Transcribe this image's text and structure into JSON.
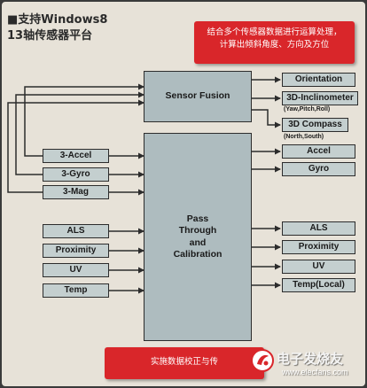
{
  "title": {
    "line1": "■支持Windows8",
    "line2": "13轴传感器平台"
  },
  "top_callout": {
    "line1": "结合多个传感器数据进行运算处理，",
    "line2": "计算出倾斜角度、方向及方位"
  },
  "bottom_callout": {
    "text": "实施数据校正与传"
  },
  "center_blocks": {
    "sensor_fusion": "Sensor Fusion",
    "pass_through": [
      "Pass",
      "Through",
      "and",
      "Calibration"
    ]
  },
  "inputs": {
    "accel": "3-Accel",
    "gyro": "3-Gyro",
    "mag": "3-Mag",
    "als": "ALS",
    "proximity": "Proximity",
    "uv": "UV",
    "temp": "Temp"
  },
  "outputs": {
    "orientation": "Orientation",
    "inclinometer": "3D-Inclinometer",
    "inclinometer_note": "(Yaw,Pitch,Roll)",
    "compass": "3D Compass",
    "compass_note": "(North,South)",
    "accel": "Accel",
    "gyro": "Gyro",
    "als": "ALS",
    "proximity": "Proximity",
    "uv": "UV",
    "temp": "Temp(Local)"
  },
  "watermark": {
    "name": "电子发烧友",
    "url": "www.elecfans.com"
  },
  "colors": {
    "board": "#e7e2d8",
    "box": "#c4cfcf",
    "core": "#aebcbf",
    "callout": "#d9262a",
    "line": "#2c2c2c"
  },
  "icons": [
    "watermark-logo-icon"
  ]
}
